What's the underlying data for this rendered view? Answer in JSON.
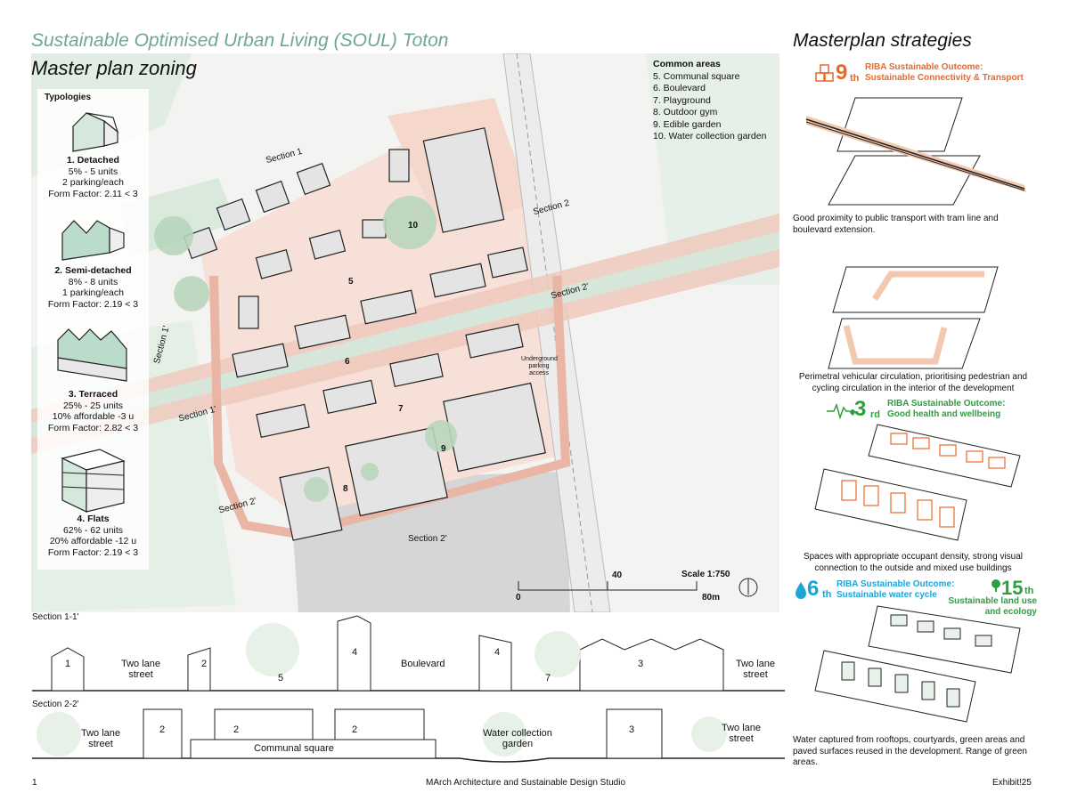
{
  "header": {
    "title": "Sustainable Optimised Urban Living (SOUL) Toton",
    "subtitle": "Master plan zoning",
    "right_title": "Masterplan strategies"
  },
  "typologies": {
    "heading": "Typologies",
    "items": [
      {
        "name": "1. Detached",
        "line1": "5% - 5 units",
        "line2": "2 parking/each",
        "line3": "Form Factor: 2.11 < 3"
      },
      {
        "name": "2. Semi-detached",
        "line1": "8% - 8 units",
        "line2": "1 parking/each",
        "line3": "Form Factor: 2.19 < 3"
      },
      {
        "name": "3. Terraced",
        "line1": "25% - 25 units",
        "line2": "10% affordable -3 u",
        "line3": "Form Factor: 2.82 < 3"
      },
      {
        "name": "4. Flats",
        "line1": "62% - 62 units",
        "line2": "20% affordable -12 u",
        "line3": "Form Factor: 2.19 < 3"
      }
    ]
  },
  "common_areas": {
    "heading": "Common areas",
    "items": [
      "5. Communal square",
      "6. Boulevard",
      "7. Playground",
      "8. Outdoor gym",
      "9. Edible garden",
      "10. Water collection garden"
    ]
  },
  "map": {
    "section_labels": [
      "Section 1",
      "Section 2",
      "Section 2'",
      "Section 1'",
      "Section 1'",
      "Section 2'",
      "Section 2'"
    ],
    "extra_labels": [
      "Underground parking access"
    ],
    "scale_label": "Scale 1:750",
    "scale_ticks": [
      "0",
      "40",
      "80m"
    ]
  },
  "sections": {
    "s1_title": "Section 1-1'",
    "s2_title": "Section 2-2'",
    "s1_labels": {
      "two_lane_left": "Two lane street",
      "boulevard": "Boulevard",
      "two_lane_right": "Two lane street"
    },
    "s1_numbers": [
      "1",
      "2",
      "5",
      "4",
      "4",
      "7",
      "3"
    ],
    "s2_labels": {
      "two_lane_left": "Two lane street",
      "communal_square": "Communal square",
      "water_garden": "Water collection garden",
      "two_lane_right": "Two lane street"
    },
    "s2_numbers": [
      "2",
      "2",
      "2",
      "3"
    ]
  },
  "strategies": {
    "riba1": {
      "rank": "9",
      "suffix": "th",
      "text": "RIBA Sustainable Outcome: Sustainable Connectivity & Transport",
      "color": "#e8692a"
    },
    "cap1": "Good proximity to public transport with tram line and boulevard extension.",
    "cap2": "Perimetral vehicular circulation, prioritising pedestrian and cycling circulation in the interior of the development",
    "riba2": {
      "rank": "3",
      "suffix": "rd",
      "text": "RIBA Sustainable Outcome: Good health and wellbeing",
      "color": "#2e9e3e"
    },
    "cap3": "Spaces with appropriate occupant density, strong visual connection to the outside and mixed use buildings",
    "riba3": {
      "rank": "6",
      "suffix": "th",
      "text": "RIBA Sustainable Outcome: Sustainable water cycle",
      "color": "#1aa6d6"
    },
    "riba4": {
      "rank": "15",
      "suffix": "th",
      "text": "Sustainable land use and ecology",
      "color": "#2e9e3e"
    },
    "cap4": "Water captured from rooftops, courtyards, green areas and paved surfaces reused in the development. Range of green areas."
  },
  "footer": {
    "page": "1",
    "studio": "MArch Architecture and Sustainable Design Studio",
    "exhibit": "Exhibit!25"
  },
  "colors": {
    "accent_green": "#6fa892",
    "map_pink": "#f5d6cc",
    "green_area": "#dcebdf",
    "orange": "#e8692a"
  }
}
